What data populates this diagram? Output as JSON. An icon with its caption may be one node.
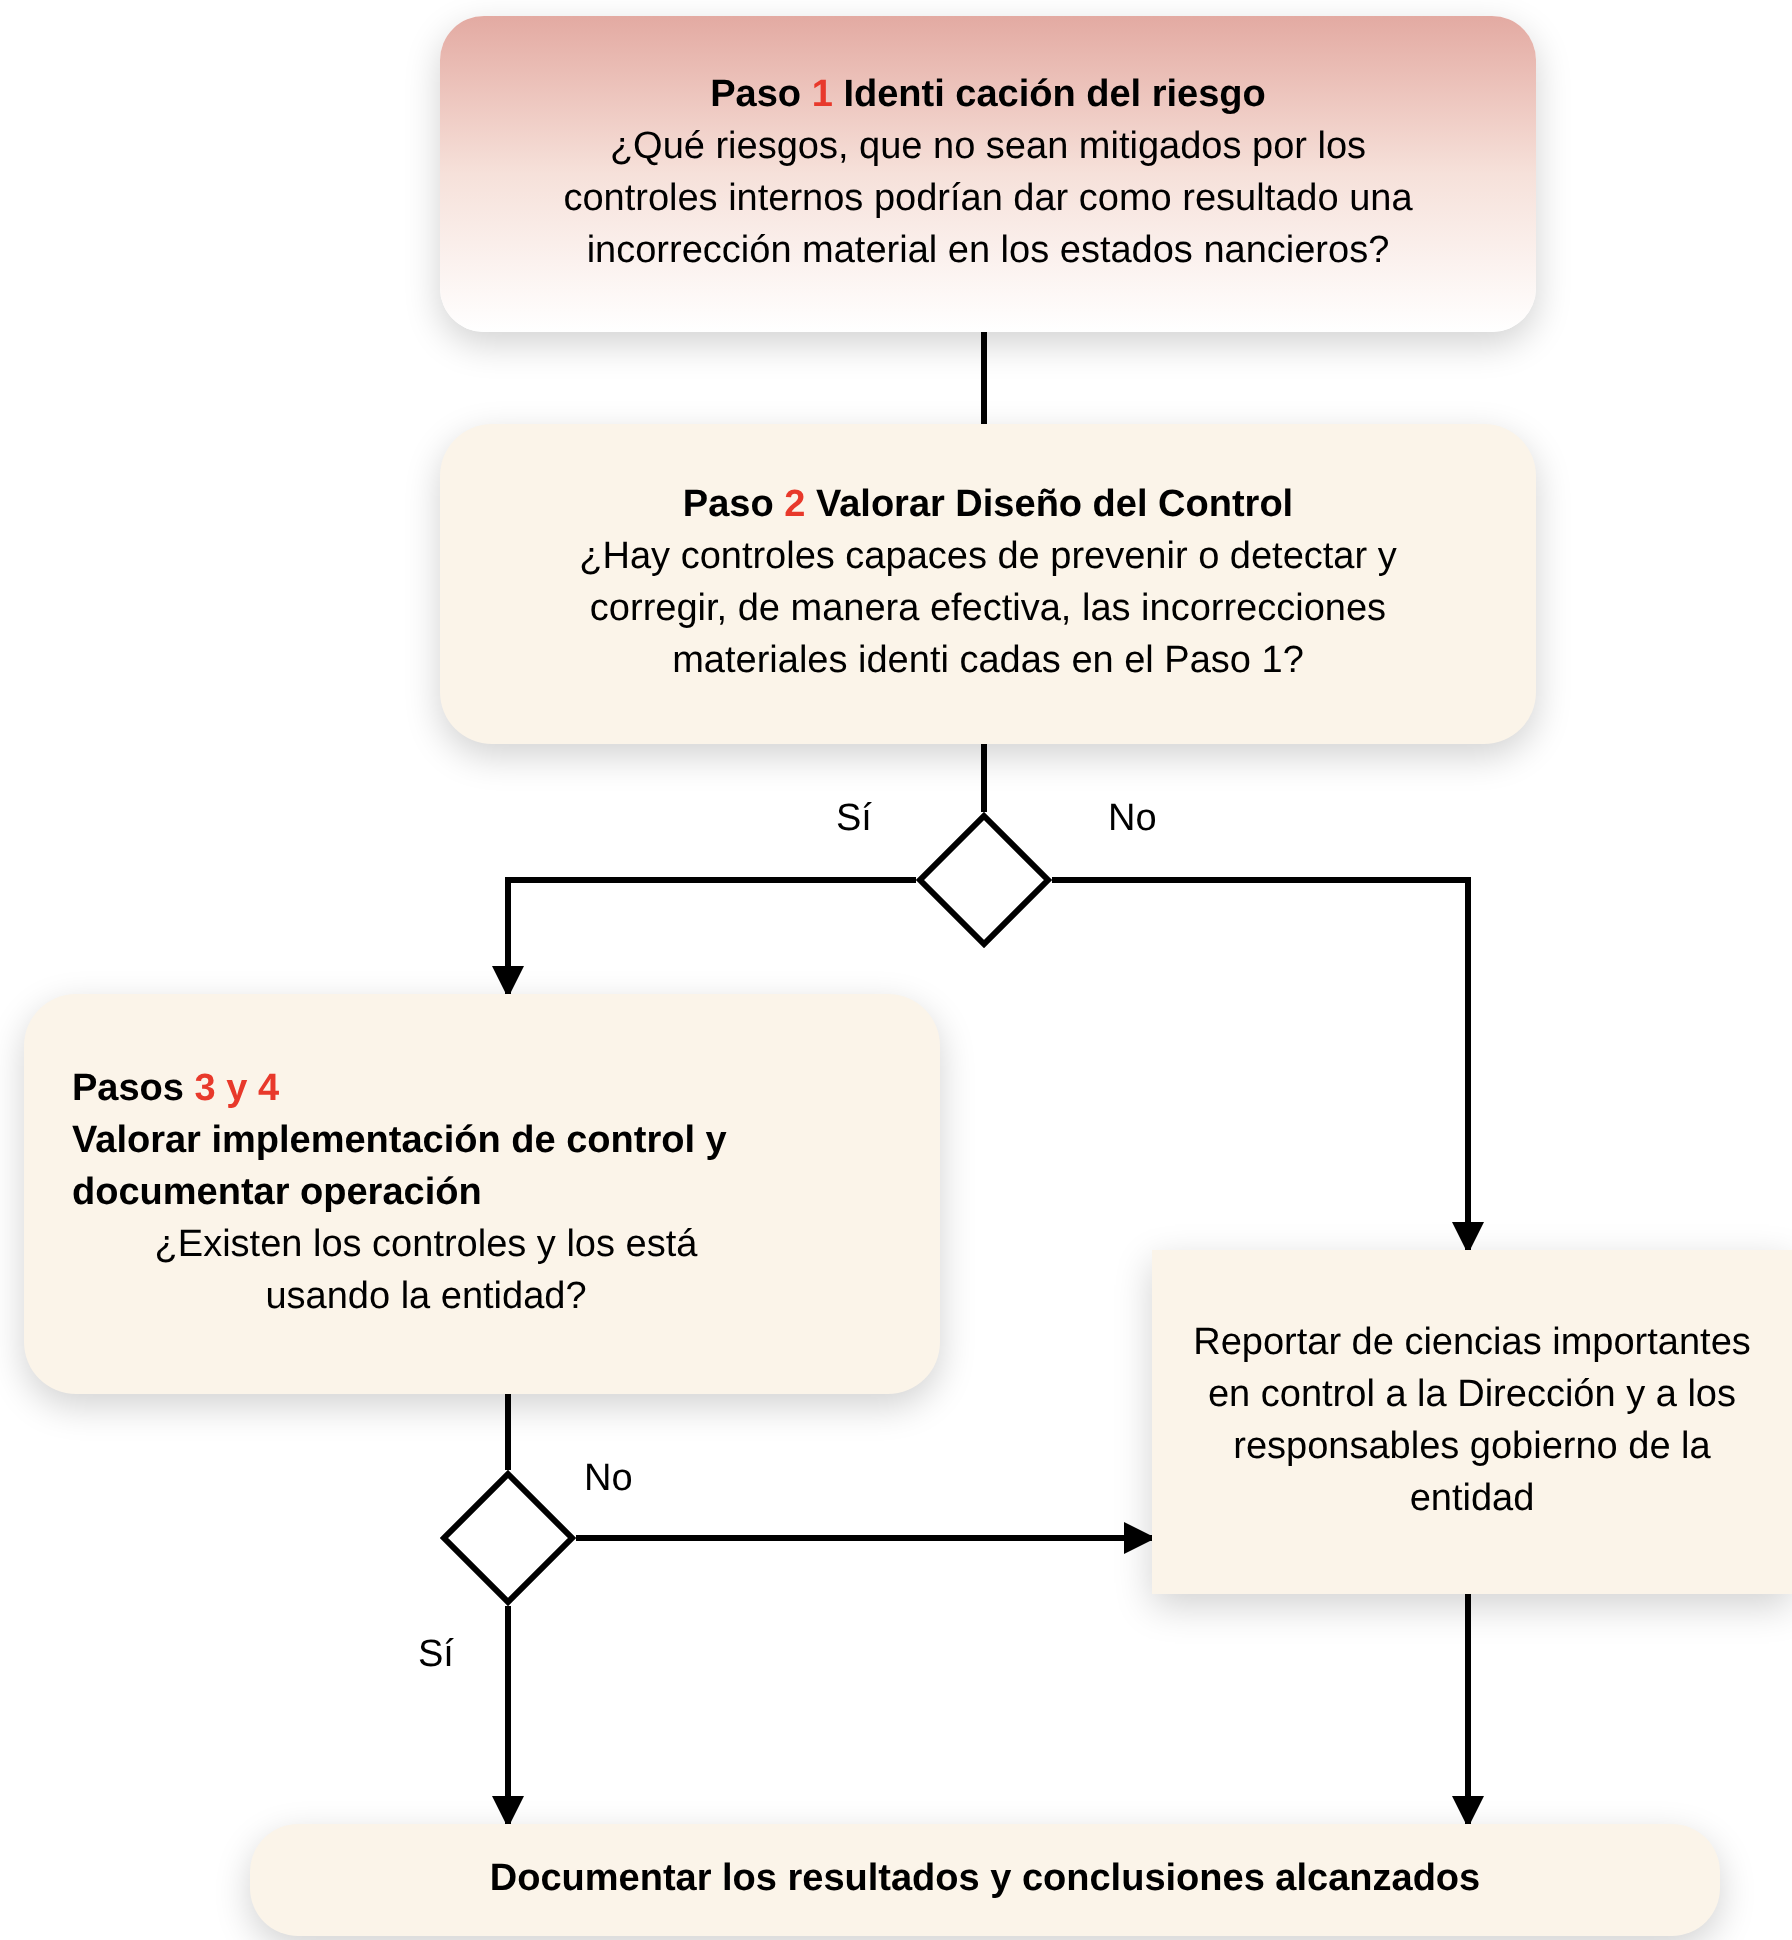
{
  "diagram": {
    "nodes": [
      {
        "text": [
          "Paso",
          "1",
          "Identi cación del riesgo",
          "¿Qué riesgos, que no sean mitigados por los controles internos podrían dar como resultado una incorrección material en los estados nancieros?"
        ]
      },
      {
        "text": [
          "Paso",
          "2",
          "Valorar Diseño del Control",
          "¿Hay controles capaces de prevenir o detectar y corregir, de manera efectiva, las incorrecciones materiales identi cadas en el Paso 1?"
        ]
      },
      {
        "text": [],
        "shape": "diamond"
      },
      {
        "text": [
          "Pasos",
          "3 y 4",
          "Valorar implementación de control y documentar operación",
          "¿Existen los controles y los está usando la entidad?"
        ]
      },
      {
        "text": [
          "Reportar de ciencias importantes en control a la Dirección y a los responsables gobierno de la entidad"
        ]
      },
      {
        "text": [],
        "shape": "diamond"
      },
      {
        "text": [
          "Documentar los resultados y conclusiones alcanzados"
        ]
      }
    ],
    "edges": [
      {
        "from": 0,
        "to": 1,
        "arrow": "none"
      },
      {
        "from": 1,
        "to": 2,
        "arrow": "none"
      },
      {
        "from": 2,
        "to": 3,
        "arrow": "to",
        "label": "Sí"
      },
      {
        "from": 2,
        "to": 4,
        "arrow": "to",
        "label": "No"
      },
      {
        "from": 3,
        "to": 5,
        "arrow": "none"
      },
      {
        "from": 5,
        "to": 4,
        "arrow": "to",
        "label": "No"
      },
      {
        "from": 5,
        "to": 6,
        "arrow": "to",
        "label": "Sí"
      },
      {
        "from": 4,
        "to": 6,
        "arrow": "to"
      }
    ]
  }
}
